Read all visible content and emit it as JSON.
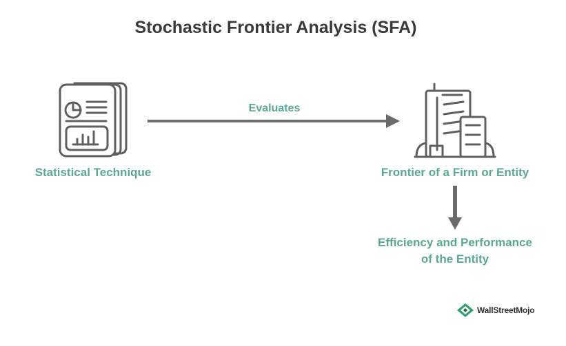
{
  "title": "Stochastic Frontier Analysis (SFA)",
  "nodes": {
    "statistical_technique": {
      "label": "Statistical Technique",
      "icon": "report-document-icon"
    },
    "frontier": {
      "label": "Frontier of a Firm or Entity",
      "icon": "office-building-icon"
    },
    "efficiency": {
      "line1": "Efficiency and Performance",
      "line2": "of the Entity"
    }
  },
  "edges": {
    "evaluates": "Evaluates"
  },
  "colors": {
    "label": "#5aa894",
    "title": "#3a3a3a",
    "arrow": "#6b6b6b",
    "icon_stroke": "#5f5f5f"
  },
  "brand": {
    "name": "WallStreetMojo",
    "logo_icon": "wallstreetmojo-logo"
  }
}
